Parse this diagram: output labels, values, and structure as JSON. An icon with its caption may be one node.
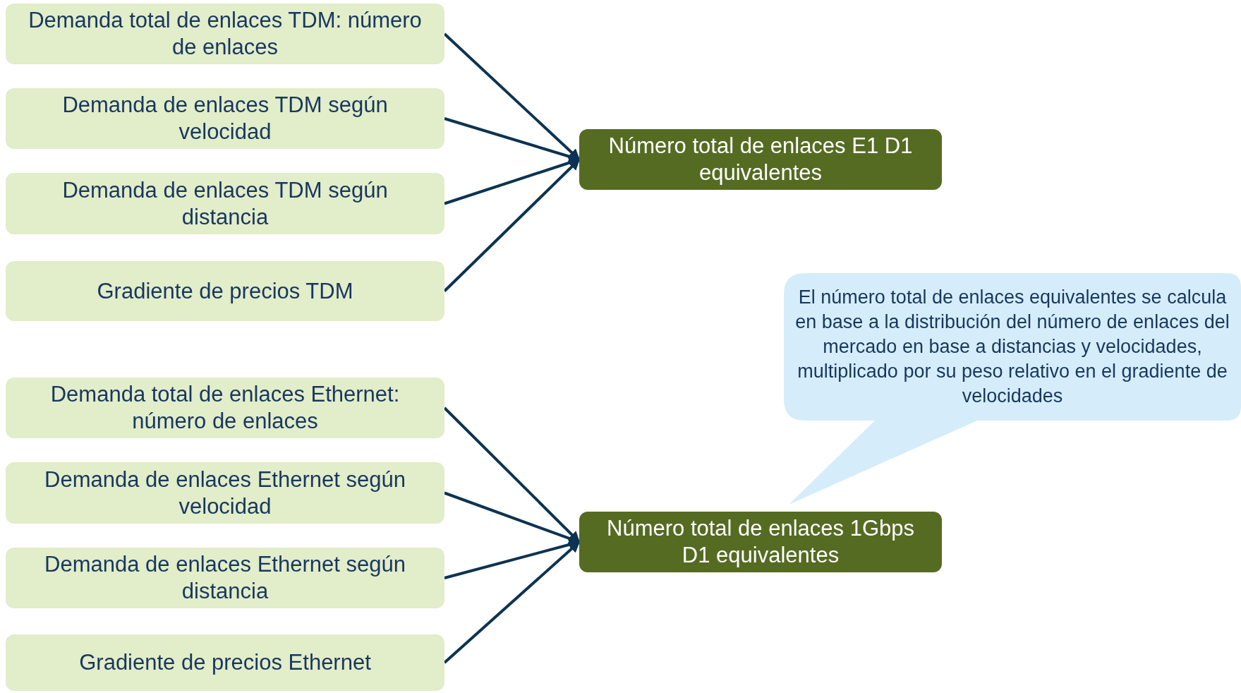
{
  "diagram": {
    "nodes": [
      {
        "text": [
          "Demanda total de enlaces TDM: número de enlaces"
        ]
      },
      {
        "text": [
          "Demanda de enlaces TDM según velocidad"
        ]
      },
      {
        "text": [
          "Demanda de enlaces TDM según distancia"
        ]
      },
      {
        "text": [
          "Gradiente de precios TDM"
        ]
      },
      {
        "text": [
          "Número total de enlaces E1 D1 equivalentes"
        ]
      },
      {
        "text": [
          "Demanda total de enlaces Ethernet: número de enlaces"
        ]
      },
      {
        "text": [
          "Demanda de enlaces Ethernet según velocidad"
        ]
      },
      {
        "text": [
          "Demanda de enlaces Ethernet según distancia"
        ]
      },
      {
        "text": [
          "Gradiente de precios Ethernet"
        ]
      },
      {
        "text": [
          "Número total de enlaces 1Gbps D1 equivalentes"
        ]
      },
      {
        "text": [
          "El número total de enlaces equivalentes se calcula en base a la distribución del número de enlaces del mercado en base a distancias y velocidades, multiplicado por su peso relativo en el gradiente de velocidades"
        ]
      }
    ],
    "edges": [
      {
        "from": 0,
        "to": 4,
        "arrow": "to"
      },
      {
        "from": 1,
        "to": 4,
        "arrow": "to"
      },
      {
        "from": 2,
        "to": 4,
        "arrow": "to"
      },
      {
        "from": 3,
        "to": 4,
        "arrow": "to"
      },
      {
        "from": 5,
        "to": 9,
        "arrow": "to"
      },
      {
        "from": 6,
        "to": 9,
        "arrow": "to"
      },
      {
        "from": 7,
        "to": 9,
        "arrow": "to"
      },
      {
        "from": 8,
        "to": 9,
        "arrow": "to"
      }
    ]
  }
}
